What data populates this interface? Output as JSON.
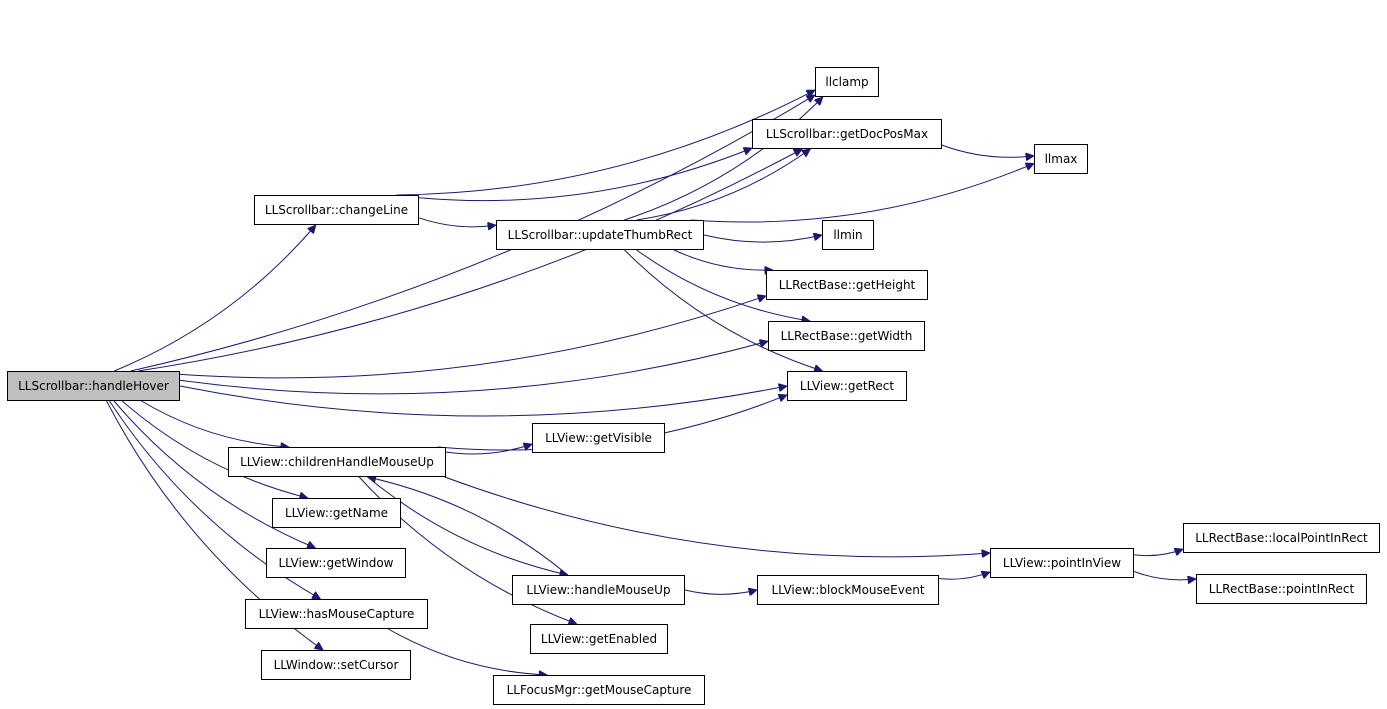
{
  "diagram": {
    "edge_color": "#191970",
    "root_fill": "#bfbfbf",
    "nodes": {
      "handleHover": "LLScrollbar::handleHover",
      "llclamp": "llclamp",
      "getDocPosMax": "LLScrollbar::getDocPosMax",
      "llmax": "llmax",
      "changeLine": "LLScrollbar::changeLine",
      "updateThumbRect": "LLScrollbar::updateThumbRect",
      "llmin": "llmin",
      "getHeight": "LLRectBase::getHeight",
      "getWidth": "LLRectBase::getWidth",
      "getRect": "LLView::getRect",
      "getVisible": "LLView::getVisible",
      "childrenHandleMouseUp": "LLView::childrenHandleMouseUp",
      "getName": "LLView::getName",
      "getWindow": "LLView::getWindow",
      "hasMouseCapture": "LLView::hasMouseCapture",
      "setCursor": "LLWindow::setCursor",
      "handleMouseUp": "LLView::handleMouseUp",
      "getEnabled": "LLView::getEnabled",
      "blockMouseEvent": "LLView::blockMouseEvent",
      "pointInView": "LLView::pointInView",
      "localPointInRect": "LLRectBase::localPointInRect",
      "pointInRect": "LLRectBase::pointInRect",
      "getMouseCapture": "LLFocusMgr::getMouseCapture"
    },
    "edges": [
      [
        "handleHover",
        "llclamp"
      ],
      [
        "handleHover",
        "getDocPosMax"
      ],
      [
        "handleHover",
        "changeLine"
      ],
      [
        "handleHover",
        "getHeight"
      ],
      [
        "handleHover",
        "getWidth"
      ],
      [
        "handleHover",
        "getRect"
      ],
      [
        "handleHover",
        "childrenHandleMouseUp"
      ],
      [
        "handleHover",
        "getName"
      ],
      [
        "handleHover",
        "getWindow"
      ],
      [
        "handleHover",
        "hasMouseCapture"
      ],
      [
        "handleHover",
        "setCursor"
      ],
      [
        "changeLine",
        "llclamp"
      ],
      [
        "changeLine",
        "getDocPosMax"
      ],
      [
        "changeLine",
        "updateThumbRect"
      ],
      [
        "updateThumbRect",
        "llclamp"
      ],
      [
        "updateThumbRect",
        "getDocPosMax"
      ],
      [
        "updateThumbRect",
        "llmax"
      ],
      [
        "updateThumbRect",
        "llmin"
      ],
      [
        "updateThumbRect",
        "getHeight"
      ],
      [
        "updateThumbRect",
        "getWidth"
      ],
      [
        "updateThumbRect",
        "getRect"
      ],
      [
        "getDocPosMax",
        "llmax"
      ],
      [
        "childrenHandleMouseUp",
        "getVisible"
      ],
      [
        "childrenHandleMouseUp",
        "getRect"
      ],
      [
        "childrenHandleMouseUp",
        "pointInView"
      ],
      [
        "childrenHandleMouseUp",
        "handleMouseUp"
      ],
      [
        "childrenHandleMouseUp",
        "getEnabled"
      ],
      [
        "handleMouseUp",
        "childrenHandleMouseUp"
      ],
      [
        "handleMouseUp",
        "blockMouseEvent"
      ],
      [
        "blockMouseEvent",
        "pointInView"
      ],
      [
        "pointInView",
        "localPointInRect"
      ],
      [
        "pointInView",
        "pointInRect"
      ],
      [
        "hasMouseCapture",
        "getMouseCapture"
      ]
    ]
  }
}
